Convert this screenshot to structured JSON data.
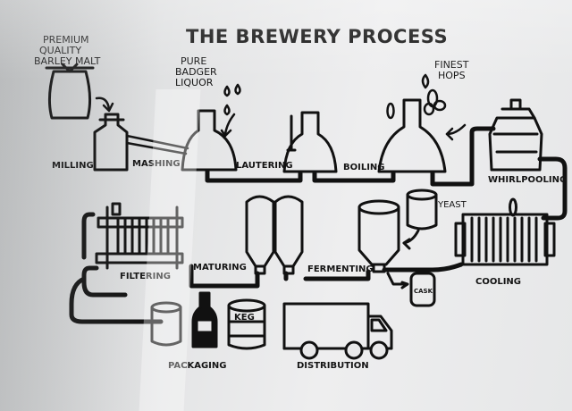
{
  "title": "THE BREWERY PROCESS",
  "ingredients": {
    "malt": [
      "PREMIUM",
      "QUALITY",
      "BARLEY MALT"
    ],
    "liquor": [
      "PURE",
      "BADGER",
      "LIQUOR"
    ],
    "hops": [
      "FINEST",
      "HOPS"
    ],
    "yeast": "YEAST"
  },
  "stages": {
    "milling": "MILLING",
    "mashing": "MASHING",
    "lautering": "LAUTERING",
    "boiling": "BOILING",
    "whirlpooling": "WHIRLPOOLING",
    "cooling": "COOLING",
    "fermenting": "FERMENTING",
    "maturing": "MATURING",
    "filtering": "FILTERING",
    "packaging": "PACKAGING",
    "distribution": "DISTRIBUTION"
  },
  "containers": {
    "cask": "CASK",
    "keg": "KEG"
  }
}
